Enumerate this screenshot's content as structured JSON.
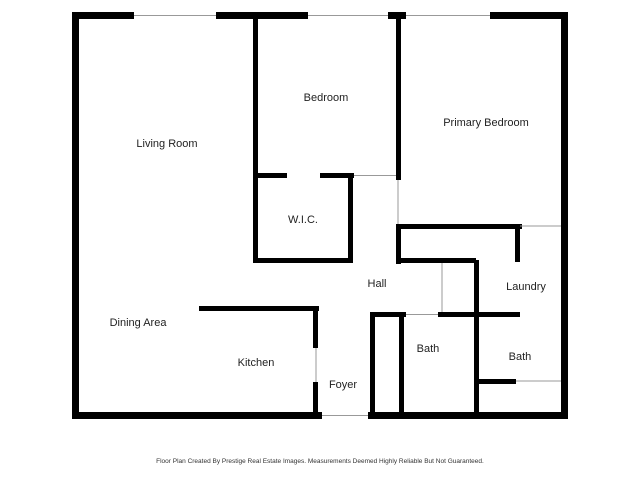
{
  "floor_plan": {
    "rooms": {
      "living_room": "Living Room",
      "bedroom": "Bedroom",
      "primary_bedroom": "Primary Bedroom",
      "wic": "W.I.C.",
      "hall": "Hall",
      "laundry": "Laundry",
      "dining_area": "Dining Area",
      "kitchen": "Kitchen",
      "bath_1": "Bath",
      "bath_2": "Bath",
      "foyer": "Foyer"
    },
    "colors": {
      "wall": "#000000",
      "background": "#ffffff",
      "label": "#222222"
    }
  },
  "footer": {
    "disclaimer": "Floor Plan Created By Prestige Real Estate Images. Measurements Deemed Highly Reliable But Not Guaranteed."
  }
}
